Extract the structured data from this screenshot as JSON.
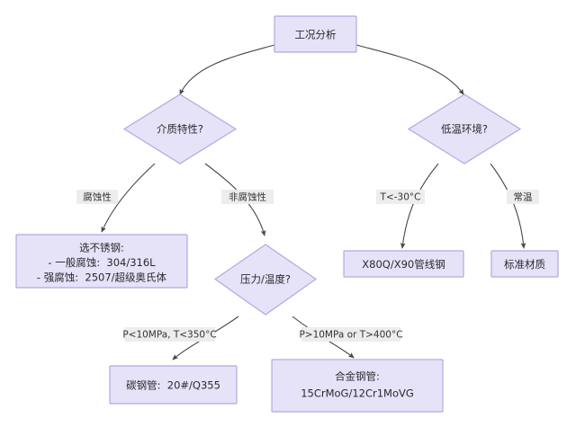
{
  "diagram": {
    "type": "decision-flowchart",
    "title": "工况分析",
    "theme": {
      "node_fill": "#e6e2f8",
      "node_stroke": "#b3a7e0",
      "edge_stroke": "#47474a",
      "label_bg": "#ededed",
      "text_color": "#2a2a2e",
      "background": "#ffffff"
    },
    "nodes": {
      "root": {
        "id": "root",
        "shape": "rect",
        "label": "工况分析",
        "lines": [
          "工况分析"
        ]
      },
      "medium": {
        "id": "medium",
        "shape": "diamond",
        "label": "介质特性?",
        "lines": [
          "介质特性?"
        ]
      },
      "lowtemp": {
        "id": "lowtemp",
        "shape": "diamond",
        "label": "低温环境?",
        "lines": [
          "低温环境?"
        ]
      },
      "stainless": {
        "id": "stainless",
        "shape": "rect",
        "label": "选不锈钢：\n- 一般腐蚀：304/316L\n- 强腐蚀：2507/超级奥氏体",
        "lines": [
          "选不锈钢:",
          "- 一般腐蚀:  304/316L",
          "- 强腐蚀:  2507/超级奥氏体"
        ]
      },
      "pressure_temp": {
        "id": "pressure_temp",
        "shape": "diamond",
        "label": "压力/温度?",
        "lines": [
          "压力/温度?"
        ]
      },
      "pipeline_steel": {
        "id": "pipeline_steel",
        "shape": "rect",
        "label": "X80Q/X90管线钢",
        "lines": [
          "X80Q/X90管线钢"
        ]
      },
      "standard_material": {
        "id": "standard_material",
        "shape": "rect",
        "label": "标准材质",
        "lines": [
          "标准材质"
        ]
      },
      "carbon_steel": {
        "id": "carbon_steel",
        "shape": "rect",
        "label": "碳钢管：20#/Q355",
        "lines": [
          "碳钢管:  20#/Q355"
        ]
      },
      "alloy_steel": {
        "id": "alloy_steel",
        "shape": "rect",
        "label": "合金钢管：15CrMoG/12Cr1MoVG",
        "lines": [
          "合金钢管:",
          "15CrMoG/12Cr1MoVG"
        ]
      }
    },
    "edges": [
      {
        "id": "e-root-medium",
        "from": "root",
        "to": "medium",
        "label": ""
      },
      {
        "id": "e-root-lowtemp",
        "from": "root",
        "to": "lowtemp",
        "label": ""
      },
      {
        "id": "e-medium-ss",
        "from": "medium",
        "to": "stainless",
        "label": "腐蚀性"
      },
      {
        "id": "e-medium-pt",
        "from": "medium",
        "to": "pressure_temp",
        "label": "非腐蚀性"
      },
      {
        "id": "e-lt-pipeline",
        "from": "lowtemp",
        "to": "pipeline_steel",
        "label": "T<-30°C"
      },
      {
        "id": "e-lt-standard",
        "from": "lowtemp",
        "to": "standard_material",
        "label": "常温"
      },
      {
        "id": "e-pt-carbon",
        "from": "pressure_temp",
        "to": "carbon_steel",
        "label": "P<10MPa, T<350°C"
      },
      {
        "id": "e-pt-alloy",
        "from": "pressure_temp",
        "to": "alloy_steel",
        "label": "P>10MPa or T>400°C"
      }
    ]
  }
}
